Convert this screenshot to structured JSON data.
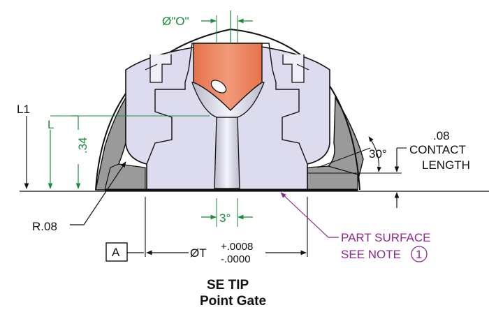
{
  "labels": {
    "dia_o": "Ø\"O\"",
    "l1": "L1",
    "l": "L",
    "dim_34": ".34",
    "r08": "R.08",
    "angle_30": "30°",
    "contact_08": ".08",
    "contact_word": "CONTACT",
    "length_word": "LENGTH",
    "angle_3": "3°",
    "datum_a": "A",
    "dia_t": "ØT",
    "tol_plus": "+.0008",
    "tol_minus": "-.0000",
    "part_surface": "PART SURFACE",
    "see_note": "SEE NOTE",
    "note_num": "1"
  },
  "title": {
    "line1": "SE TIP",
    "line2": "Point Gate"
  },
  "colors": {
    "dimension_green": "#1a8a3c",
    "note_purple": "#8b2a8b",
    "tip_orange": "#e77a55",
    "body_lavender": "#dcdcee",
    "gray_fill": "#9a9a9a"
  }
}
